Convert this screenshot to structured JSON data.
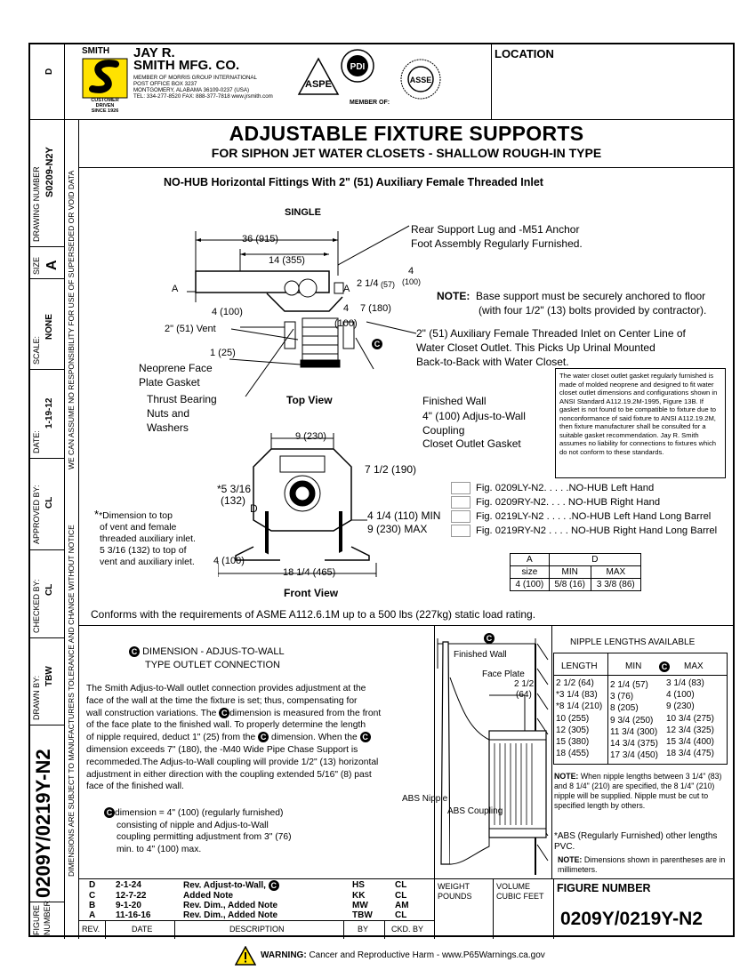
{
  "company": {
    "brand_mark": "SMITH",
    "name_line1": "JAY R.",
    "name_line2": "SMITH MFG. CO.",
    "address_lines": [
      "MEMBER OF MORRIS GROUP INTERNATIONAL",
      "POST OFFICE BOX 3237",
      "MONTGOMERY, ALABAMA 36109-0237 (USA)",
      "TEL: 334-277-8520   FAX: 888-377-7818   www.jrsmith.com"
    ],
    "tagline": [
      "CUSTOMER",
      "DRIVEN",
      "SINCE 1926"
    ],
    "member_of": "MEMBER OF:",
    "logos": [
      "ASPE",
      "PDI",
      "ASSE"
    ]
  },
  "location_label": "LOCATION",
  "sidebar": {
    "size_sheet_letter": "D",
    "drawing_number_label": "DRAWING NUMBER",
    "drawing_number": "S0209-N2Y",
    "size_label": "SIZE",
    "size_value": "A",
    "scale_label": "SCALE:",
    "scale_value": "NONE",
    "date_label": "DATE:",
    "date_value": "1-19-12",
    "approved_label": "APPROVED BY:",
    "approved_value": "CL",
    "checked_label": "CHECKED BY:",
    "checked_value": "CL",
    "drawn_label": "DRAWN BY:",
    "drawn_value": "TBW",
    "figure_label": "FIGURE NUMBER",
    "figure_value": "0209Y/0219Y-N2"
  },
  "disclaimer_top": "WE CAN ASSUME NO RESPONSIBILITY FOR USE OF SUPERSEDED OR VOID DATA",
  "disclaimer_bottom": "DIMENSIONS ARE SUBJECT TO MANUFACTURERS TOLERANCE AND CHANGE WITHOUT NOTICE",
  "title": "ADJUSTABLE FIXTURE SUPPORTS",
  "subtitle": "FOR SIPHON JET WATER CLOSETS - SHALLOW ROUGH-IN TYPE",
  "section_heading": "NO-HUB Horizontal Fittings With 2\" (51) Auxiliary Female Threaded Inlet",
  "single_label": "SINGLE",
  "top_view_label": "Top View",
  "front_view_label": "Front View",
  "dims": {
    "d36": "36 (915)",
    "d14": "14 (355)",
    "d4a": "4",
    "d100a": "(100)",
    "d214": "2 1/4",
    "d57": "(57)",
    "a": "A",
    "d4b": "4 (100)",
    "d4c": "4",
    "d7": "7 (180)",
    "d100b": "(100)",
    "vent": "2\" (51) Vent",
    "d1": "1 (25)",
    "d9": "9 (230)",
    "d712": "7 1/2 (190)",
    "d5316": "*5 3/16",
    "d132": "(132)",
    "d": "D",
    "d414": "4 1/4 (110) MIN",
    "d9max": "9 (230) MAX",
    "d4front": "4 (100)",
    "d1814": "18 1/4 (465)"
  },
  "callouts": {
    "rear_support": [
      "Rear Support Lug and -M51 Anchor",
      "Foot Assembly Regularly Furnished."
    ],
    "note_label": "NOTE:",
    "note_text": [
      "Base support must be securely anchored to floor",
      "(with four 1/2\" (13) bolts provided by contractor)."
    ],
    "inlet": [
      "2\" (51) Auxiliary Female Threaded Inlet on Center Line of",
      "Water Closet Outlet. This Picks Up Urinal Mounted",
      "Back-to-Back with Water Closet."
    ],
    "neoprene": [
      "Neoprene Face",
      "Plate Gasket"
    ],
    "thrust": [
      "Thrust Bearing",
      "Nuts and",
      "Washers"
    ],
    "finished_wall": "Finished Wall",
    "coupling": [
      "4\" (100) Adjus-to-Wall",
      "Coupling"
    ],
    "gasket": "Closet Outlet Gasket",
    "c_marker": "C"
  },
  "gasket_note": "The water closet outlet gasket regularly furnished is made of molded neoprene and designed to fit water closet outlet dimensions and configurations shown in ANSI Standard A112.19.2M-1995, Figure 13B. If gasket is not found to be compatible to fixture due to nonconformance of said fixture to ANSI A112.19.2M, then fixture manufacturer shall be consulted for a suitable gasket recommendation.  Jay R. Smith assumes no liability for connections to fixtures which do not conform to these standards.",
  "dimension_note": [
    "*Dimension to top",
    "of vent and female",
    "threaded auxiliary inlet.",
    "5 3/16 (132) to top of",
    "vent and auxiliary inlet."
  ],
  "figures": [
    "Fig. 0209LY-N2. . . . .NO-HUB Left Hand",
    "Fig. 0209RY-N2. . . .  NO-HUB Right Hand",
    "Fig. 0219LY-N2 . . . . .NO-HUB Left Hand Long Barrel",
    "Fig. 0219RY-N2 . . . . NO-HUB Right Hand Long Barrel"
  ],
  "ad_table": {
    "h_a": "A",
    "h_d": "D",
    "h_size": "size",
    "h_min": "MIN",
    "h_max": "MAX",
    "r_size": "4 (100)",
    "r_min": "5/8 (16)",
    "r_max": "3 3/8 (86)"
  },
  "conforms": "Conforms with the requirements of ASME A112.6.1M up to a 500 lbs (227kg) static load rating.",
  "adjust_section": {
    "heading_line1": "DIMENSION - ADJUS-TO-WALL",
    "heading_line2": "TYPE OUTLET CONNECTION",
    "body": [
      "The Smith Adjus-to-Wall outlet connection provides adjustment at the",
      "face of the wall at the time the fixture is set; thus, compensating for",
      "wall construction variations. The",
      "dimension is measured from the front",
      "of the face plate to the finished wall. To properly determine the length",
      "of nipple required, deduct 1\" (25) from the",
      "dimension. When the",
      "dimension exceeds 7\" (180), the -M40 Wide Pipe Chase Support is",
      "recommeded.The Adjus-to-Wall coupling will provide 1/2\" (13) horizontal",
      "adjustment in either direction with the coupling extended 5/16\" (8) past",
      "face of the finished wall."
    ],
    "dim_note": [
      "dimension = 4\" (100) (regularly furnished)",
      "consisting of nipple and Adjus-to-Wall",
      "coupling permitting adjustment from 3\" (76)",
      "min. to 4\" (100) max."
    ]
  },
  "nipple_drawing": {
    "finished_wall": "Finished Wall",
    "face_plate": "Face Plate",
    "dim": "2 1/2",
    "dim_mm": "(64)",
    "abs_nipple": "ABS Nipple",
    "abs_coupling": "ABS Coupling"
  },
  "nipple_table": {
    "title": "NIPPLE LENGTHS AVAILABLE",
    "h_length": "LENGTH",
    "h_min": "MIN",
    "h_max": "MAX",
    "length": [
      "2 1/2 (64)",
      "*3 1/4 (83)",
      "*8 1/4 (210)",
      "10 (255)",
      "12 (305)",
      "15 (380)",
      "18 (455)"
    ],
    "min": [
      "2 1/4 (57)",
      "3 (76)",
      "8 (205)",
      "9 3/4 (250)",
      "11 3/4 (300)",
      "14 3/4 (375)",
      "17 3/4 (450)"
    ],
    "max": [
      "3 1/4 (83)",
      "4 (100)",
      "9 (230)",
      "10 3/4 (275)",
      "12 3/4 (325)",
      "15 3/4 (400)",
      "18 3/4 (475)"
    ]
  },
  "nipple_notes": {
    "note_label": "NOTE:",
    "note1": "When nipple lengths between 3 1/4\" (83) and 8 1/4\" (210) are specified, the 8 1/4\" (210) nipple will be supplied. Nipple must be cut to specified length by others.",
    "abs": "*ABS (Regularly Furnished) other lengths PVC.",
    "note2_label": "NOTE:",
    "note2": "Dimensions shown in parentheses are in millimeters."
  },
  "revisions": [
    {
      "rev": "D",
      "date": "2-1-24",
      "desc": "Rev. Adjust-to-Wall,",
      "by": "HS",
      "ckd": "CL"
    },
    {
      "rev": "C",
      "date": "12-7-22",
      "desc": "Added Note",
      "by": "KK",
      "ckd": "CL"
    },
    {
      "rev": "B",
      "date": "9-1-20",
      "desc": "Rev. Dim., Added Note",
      "by": "MW",
      "ckd": "AM"
    },
    {
      "rev": "A",
      "date": "11-16-16",
      "desc": "Rev. Dim., Added Note",
      "by": "TBW",
      "ckd": "CL"
    }
  ],
  "rev_headers": {
    "rev": "REV.",
    "date": "DATE",
    "desc": "DESCRIPTION",
    "by": "BY",
    "ckd": "CKD. BY"
  },
  "weight_label": "WEIGHT POUNDS",
  "volume_label": "VOLUME CUBIC FEET",
  "figure_number_label": "FIGURE NUMBER",
  "figure_number": "0209Y/0219Y-N2",
  "warning_label": "WARNING:",
  "warning_text": "Cancer and Reproductive Harm - www.P65Warnings.ca.gov"
}
